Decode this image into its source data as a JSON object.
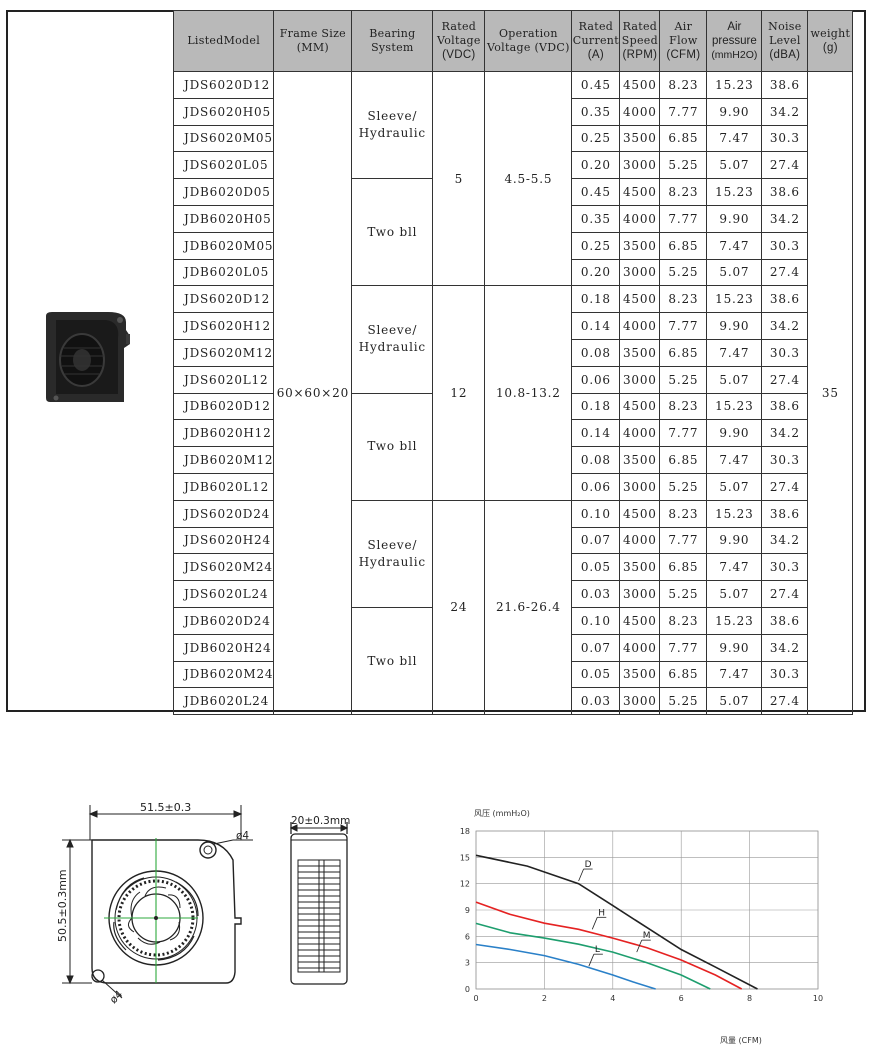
{
  "table": {
    "headers": {
      "model": "ListedModel",
      "frame_size": [
        "Frame Size",
        "(MM)"
      ],
      "bearing": [
        "Bearing",
        "System"
      ],
      "rated_voltage": [
        "Rated",
        "Voltage",
        "(VDC)"
      ],
      "operation_voltage": [
        "Operation",
        "Voltage (VDC)"
      ],
      "rated_current": [
        "Rated",
        "Current",
        "(A)"
      ],
      "rated_speed": [
        "Rated",
        "Speed",
        "(RPM)"
      ],
      "air_flow": [
        "Air Flow",
        "(CFM)"
      ],
      "air_pressure": [
        "Air",
        "pressure",
        "(mmH2O)"
      ],
      "noise_level": [
        "Noise",
        "Level",
        "(dBA)"
      ],
      "weight": [
        "weight",
        "(g)"
      ]
    },
    "frame_size": "60×60×20",
    "weight": "35",
    "bearing_sleeve": [
      "Sleeve/",
      "Hydraulic"
    ],
    "bearing_ball": "Two bll",
    "groups": [
      {
        "rated_voltage": "5",
        "operation_voltage": "4.5-5.5"
      },
      {
        "rated_voltage": "12",
        "operation_voltage": "10.8-13.2"
      },
      {
        "rated_voltage": "24",
        "operation_voltage": "21.6-26.4"
      }
    ],
    "rows": [
      [
        "JDS6020D12",
        "0.45",
        "4500",
        "8.23",
        "15.23",
        "38.6"
      ],
      [
        "JDS6020H05",
        "0.35",
        "4000",
        "7.77",
        "9.90",
        "34.2"
      ],
      [
        "JDS6020M05",
        "0.25",
        "3500",
        "6.85",
        "7.47",
        "30.3"
      ],
      [
        "JDS6020L05",
        "0.20",
        "3000",
        "5.25",
        "5.07",
        "27.4"
      ],
      [
        "JDB6020D05",
        "0.45",
        "4500",
        "8.23",
        "15.23",
        "38.6"
      ],
      [
        "JDB6020H05",
        "0.35",
        "4000",
        "7.77",
        "9.90",
        "34.2"
      ],
      [
        "JDB6020M05",
        "0.25",
        "3500",
        "6.85",
        "7.47",
        "30.3"
      ],
      [
        "JDB6020L05",
        "0.20",
        "3000",
        "5.25",
        "5.07",
        "27.4"
      ],
      [
        "JDS6020D12",
        "0.18",
        "4500",
        "8.23",
        "15.23",
        "38.6"
      ],
      [
        "JDS6020H12",
        "0.14",
        "4000",
        "7.77",
        "9.90",
        "34.2"
      ],
      [
        "JDS6020M12",
        "0.08",
        "3500",
        "6.85",
        "7.47",
        "30.3"
      ],
      [
        "JDS6020L12",
        "0.06",
        "3000",
        "5.25",
        "5.07",
        "27.4"
      ],
      [
        "JDB6020D12",
        "0.18",
        "4500",
        "8.23",
        "15.23",
        "38.6"
      ],
      [
        "JDB6020H12",
        "0.14",
        "4000",
        "7.77",
        "9.90",
        "34.2"
      ],
      [
        "JDB6020M12",
        "0.08",
        "3500",
        "6.85",
        "7.47",
        "30.3"
      ],
      [
        "JDB6020L12",
        "0.06",
        "3000",
        "5.25",
        "5.07",
        "27.4"
      ],
      [
        "JDS6020D24",
        "0.10",
        "4500",
        "8.23",
        "15.23",
        "38.6"
      ],
      [
        "JDS6020H24",
        "0.07",
        "4000",
        "7.77",
        "9.90",
        "34.2"
      ],
      [
        "JDS6020M24",
        "0.05",
        "3500",
        "6.85",
        "7.47",
        "30.3"
      ],
      [
        "JDS6020L24",
        "0.03",
        "3000",
        "5.25",
        "5.07",
        "27.4"
      ],
      [
        "JDB6020D24",
        "0.10",
        "4500",
        "8.23",
        "15.23",
        "38.6"
      ],
      [
        "JDB6020H24",
        "0.07",
        "4000",
        "7.77",
        "9.90",
        "34.2"
      ],
      [
        "JDB6020M24",
        "0.05",
        "3500",
        "6.85",
        "7.47",
        "30.3"
      ],
      [
        "JDB6020L24",
        "0.03",
        "3000",
        "5.25",
        "5.07",
        "27.4"
      ]
    ]
  },
  "drawing": {
    "width_dim": "51.5±0.3",
    "height_dim": "50.5±0.3mm",
    "depth_dim": "20±0.3mm",
    "hole_top": "ø4",
    "hole_bottom": "ø4"
  },
  "chart_data": {
    "type": "line",
    "ylabel": "风压 (mmH₂O)",
    "xlabel": "风量 (CFM)",
    "xlim": [
      0,
      10
    ],
    "ylim": [
      0,
      18
    ],
    "xticks": [
      0,
      2,
      4,
      6,
      8,
      10
    ],
    "yticks": [
      0,
      3,
      6,
      9,
      12,
      15,
      18
    ],
    "grid": true,
    "series": [
      {
        "name": "D",
        "color": "#222222",
        "x": [
          0,
          1.5,
          3,
          4,
          5,
          6,
          7,
          8.23
        ],
        "y": [
          15.23,
          14,
          12,
          9.5,
          7,
          4.5,
          2.5,
          0
        ]
      },
      {
        "name": "H",
        "color": "#e52222",
        "x": [
          0,
          1,
          2,
          3,
          4,
          5,
          6,
          7,
          7.77
        ],
        "y": [
          9.9,
          8.5,
          7.5,
          6.8,
          5.8,
          4.7,
          3.3,
          1.6,
          0
        ]
      },
      {
        "name": "M",
        "color": "#1e9e6e",
        "x": [
          0,
          1,
          2,
          3,
          4,
          5,
          6,
          6.85
        ],
        "y": [
          7.47,
          6.4,
          5.8,
          5.1,
          4.2,
          3,
          1.6,
          0
        ]
      },
      {
        "name": "L",
        "color": "#2a80c8",
        "x": [
          0,
          1,
          2,
          3,
          4,
          4.6,
          5.25
        ],
        "y": [
          5.07,
          4.5,
          3.8,
          2.8,
          1.6,
          0.8,
          0
        ]
      }
    ]
  }
}
